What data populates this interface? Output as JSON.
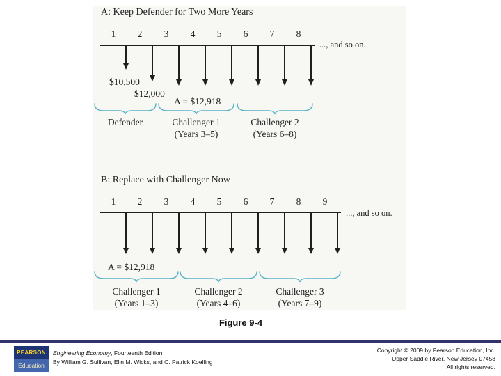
{
  "slide": {
    "figure_caption": "Figure 9-4"
  },
  "diagram_a": {
    "title": "A: Keep Defender for Two More Years",
    "ticks": [
      "1",
      "2",
      "3",
      "4",
      "5",
      "6",
      "7",
      "8"
    ],
    "and_so_on": "..., and so on.",
    "flow_labels": {
      "year_1": "$10,500",
      "year_2": "$12,000",
      "annuity": "A = $12,918"
    },
    "groups": [
      {
        "label": "Defender",
        "sublabel": ""
      },
      {
        "label": "Challenger 1",
        "sublabel": "(Years 3–5)"
      },
      {
        "label": "Challenger 2",
        "sublabel": "(Years 6–8)"
      }
    ]
  },
  "diagram_b": {
    "title": "B: Replace with Challenger Now",
    "ticks": [
      "1",
      "2",
      "3",
      "4",
      "5",
      "6",
      "7",
      "8",
      "9"
    ],
    "and_so_on": "..., and so on.",
    "flow_labels": {
      "annuity": "A = $12,918"
    },
    "groups": [
      {
        "label": "Challenger 1",
        "sublabel": "(Years 1–3)"
      },
      {
        "label": "Challenger 2",
        "sublabel": "(Years 4–6)"
      },
      {
        "label": "Challenger 3",
        "sublabel": "(Years 7–9)"
      }
    ]
  },
  "footer": {
    "logo_top": "PEARSON",
    "logo_bottom": "Education",
    "book_title": "Engineering Economy",
    "book_edition": ", Fourteenth Edition",
    "authors": "By William G. Sullivan, Elin M. Wicks, and C. Patrick Koelling",
    "copyright": [
      "Copyright © 2009 by Pearson Education, Inc.",
      "Upper Saddle River, New Jersey 07458",
      "All rights reserved."
    ]
  },
  "colors": {
    "brace": "#58b2c6",
    "footer_rule": "#32326e",
    "logo_top_bg": "#1e3575",
    "logo_bottom_bg": "#4466ad",
    "logo_text": "#ffd520",
    "ink": "#1f1f1f"
  }
}
